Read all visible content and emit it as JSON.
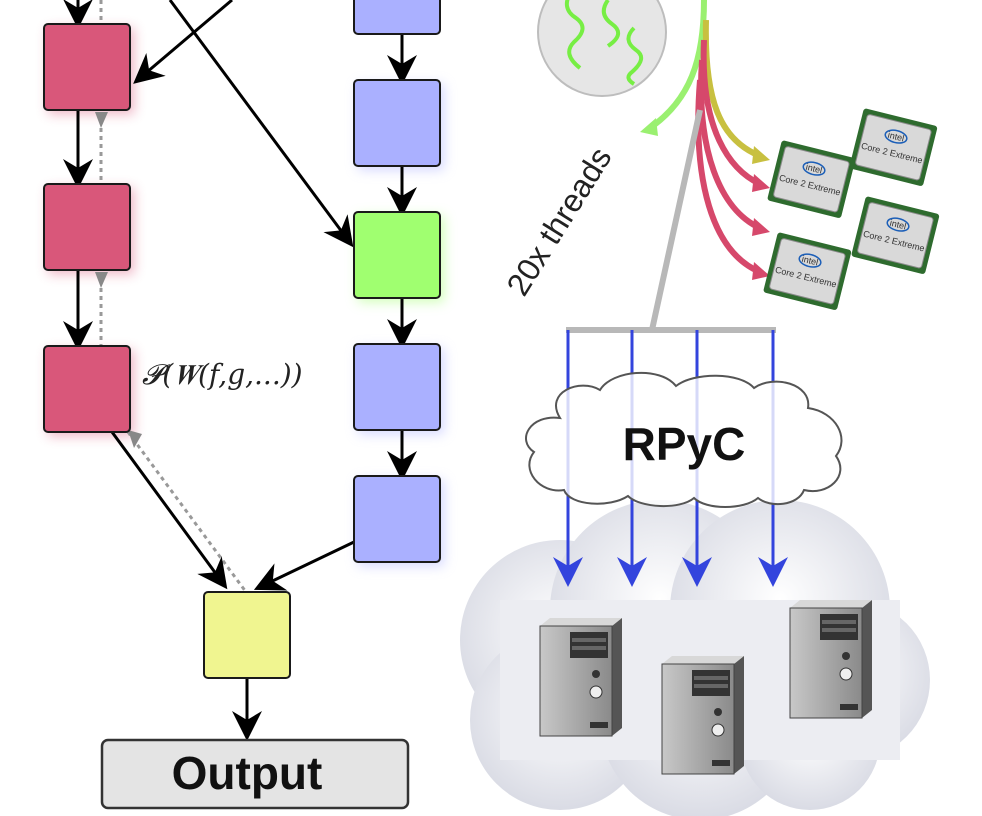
{
  "diagram": {
    "formula_label": "𝓟(𝑾(f,g,...))",
    "output_label": "Output",
    "threads_label": "20x threads",
    "rpyc_label": "RPyC",
    "chip_brand": "intel",
    "chip_model": "Core 2 Extreme",
    "colors": {
      "red_node": "#d9577a",
      "blue_node": "#aab0ff",
      "green_node": "#a0ff70",
      "yellow_node": "#f0f590",
      "output_box": "#e4e4e4",
      "arrow_blue": "#3344dd"
    }
  }
}
